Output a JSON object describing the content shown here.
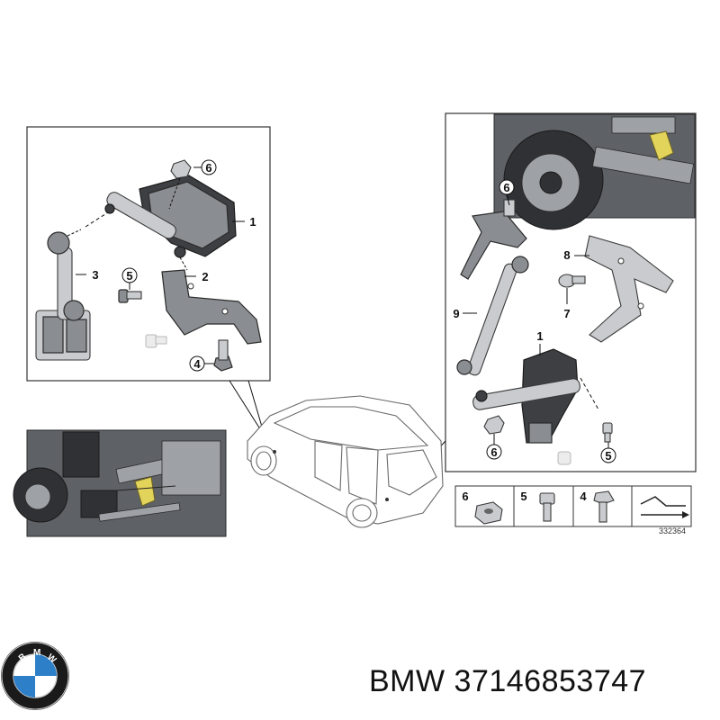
{
  "caption": {
    "brand": "BMW",
    "part_number": "37146853747"
  },
  "logo": {
    "letters": "BMW",
    "colors": {
      "ring": "#1a1a1a",
      "blue": "#2d7fc7",
      "white": "#ffffff"
    }
  },
  "diagram_number": "332364",
  "callouts_left": [
    "1",
    "2",
    "3",
    "4",
    "5",
    "6"
  ],
  "callouts_right": [
    "1",
    "5",
    "6",
    "7",
    "8",
    "9"
  ],
  "legend": [
    {
      "num": "6",
      "icon": "hex-nut-icon"
    },
    {
      "num": "5",
      "icon": "socket-screw-icon"
    },
    {
      "num": "4",
      "icon": "hex-bolt-icon"
    },
    {
      "num": "",
      "icon": "torque-arrow-icon"
    }
  ]
}
